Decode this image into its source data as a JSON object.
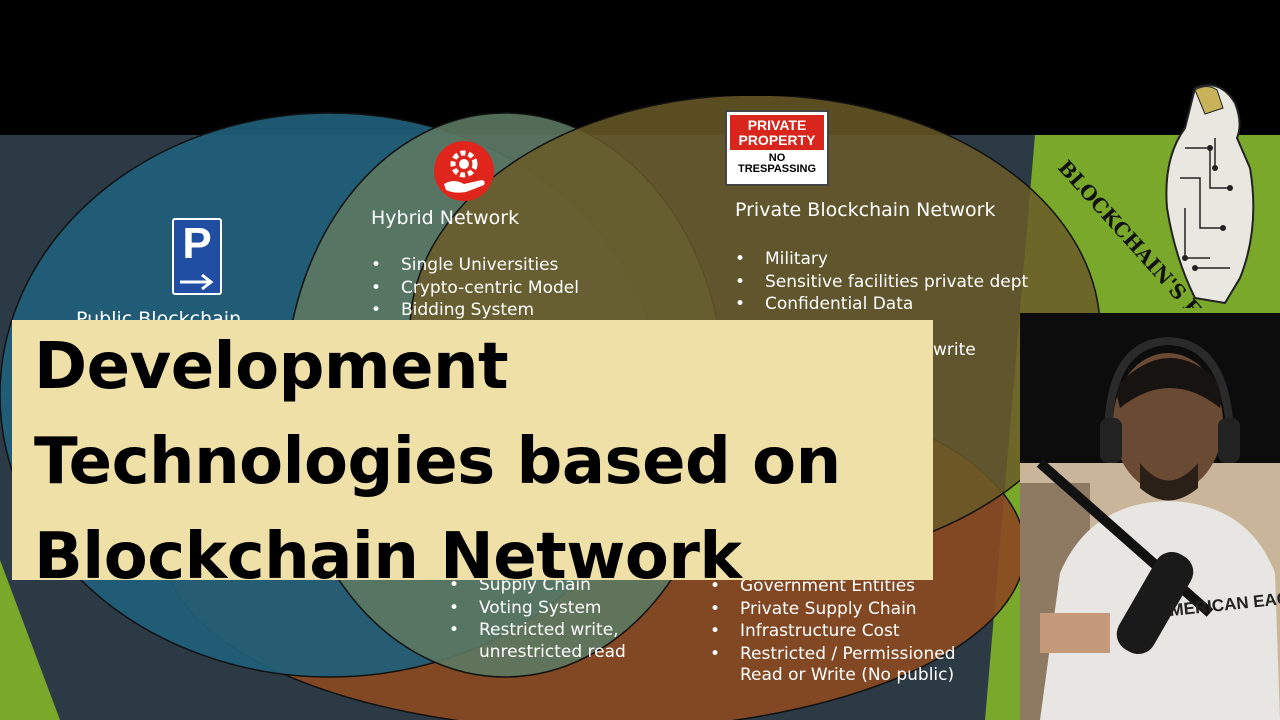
{
  "colors": {
    "slide_bg": "#2b3a44",
    "public_circle": "#1f5f7a",
    "hybrid_circle": "#5c7862",
    "private_circle": "#6a5a28",
    "consortium_circle": "#8a4a22",
    "banner_bg": "#efe0a8",
    "accent_green": "#7aa82b"
  },
  "public": {
    "icon": "parking-icon",
    "sign_letter": "P",
    "title": "Public Blockchain"
  },
  "hybrid": {
    "icon": "hand-gear-icon",
    "title": "Hybrid Network",
    "items": [
      "Single Universities",
      "Crypto-centric Model",
      "Bidding System"
    ]
  },
  "private": {
    "sign_line1": "PRIVATE",
    "sign_line2": "PROPERTY",
    "sign_line3": "NO",
    "sign_line4": "TRESPASSING",
    "title": "Private Blockchain Network",
    "items": [
      "Military",
      "Sensitive facilities private dept",
      "Confidential Data"
    ],
    "partial_text": "write"
  },
  "lower_left": {
    "items": [
      "Supply Chain",
      "Voting System",
      "Restricted write,"
    ],
    "continuation": "unrestricted read"
  },
  "lower_right": {
    "items": [
      "Government Entities",
      "Private Supply Chain",
      "Infrastructure Cost",
      "Restricted / Permissioned"
    ],
    "continuation": "Read or Write (No public)"
  },
  "banner": {
    "line1": "Development",
    "line2": "Technologies based on",
    "line3": "Blockchain Network"
  },
  "logo": {
    "text": "BLOCKCHAIN'S FALCON",
    "icon": "falcon-icon"
  },
  "webcam": {
    "shirt_text": "MERICAN EAGLE"
  }
}
